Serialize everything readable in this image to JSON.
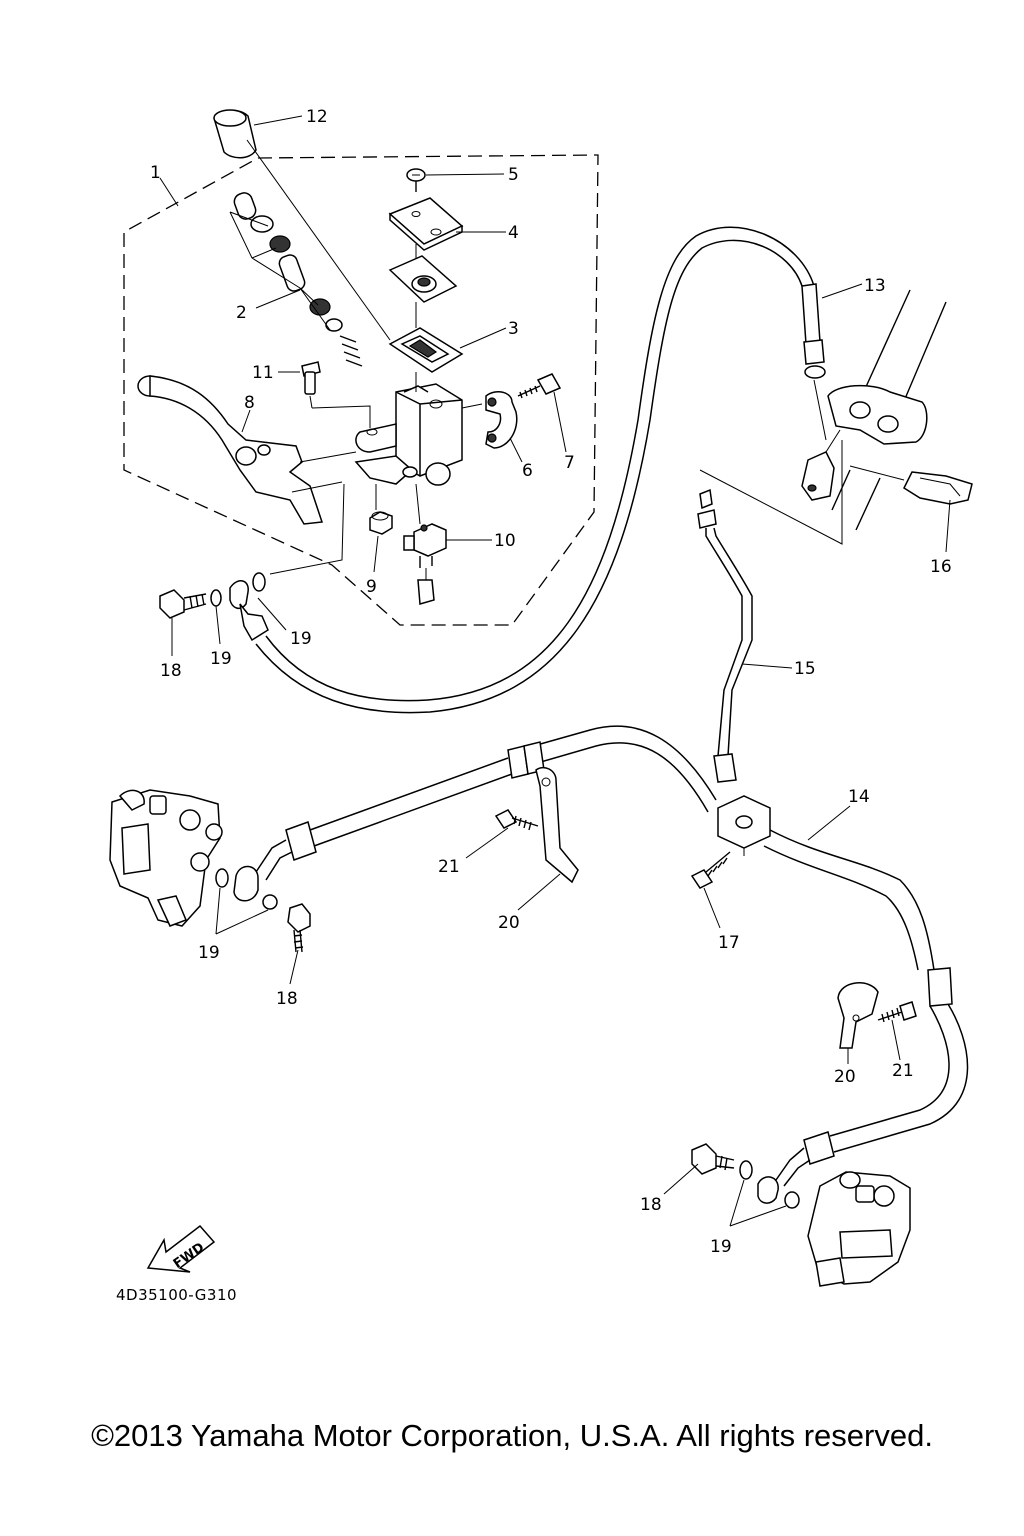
{
  "diagram": {
    "part_labels": {
      "p1": "1",
      "p2": "2",
      "p3": "3",
      "p4": "4",
      "p5": "5",
      "p6": "6",
      "p7": "7",
      "p8": "8",
      "p9": "9",
      "p10": "10",
      "p11": "11",
      "p12": "12",
      "p13": "13",
      "p14": "14",
      "p15": "15",
      "p16": "16",
      "p17": "17",
      "p18a": "18",
      "p18b": "18",
      "p18c": "18",
      "p19a": "19",
      "p19b": "19",
      "p19c": "19",
      "p19d": "19",
      "p20a": "20",
      "p20b": "20",
      "p21a": "21",
      "p21b": "21"
    },
    "fwd_label": "FWD",
    "diagram_code": "4D35100-G310"
  },
  "footer": {
    "copyright": "©2013 Yamaha Motor Corporation, U.S.A. All rights reserved."
  }
}
